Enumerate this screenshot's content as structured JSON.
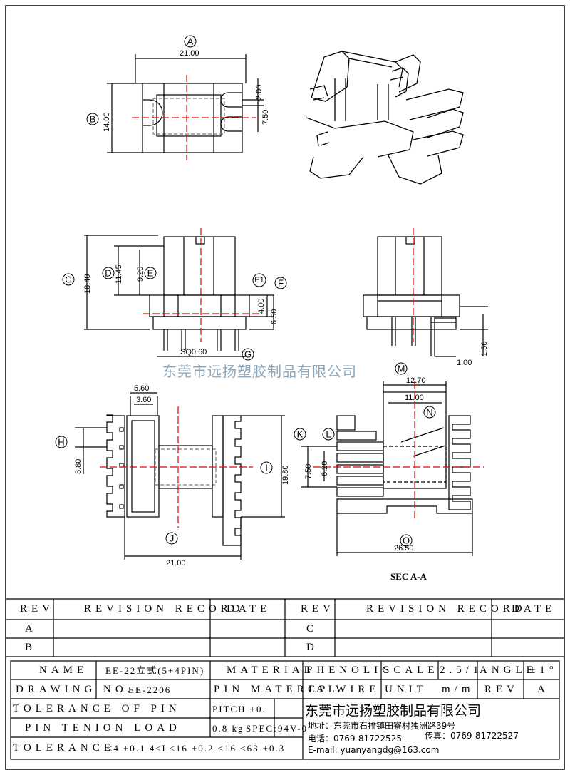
{
  "watermark": "东莞市远扬塑胶制品有限公司",
  "views": {
    "top": {
      "dims": [
        "21.00",
        "14.00",
        "2.00",
        "7.50"
      ],
      "labels": [
        "A",
        "B"
      ]
    },
    "front": {
      "dims": [
        "18.40",
        "11.45",
        "9.20",
        "4.00",
        "6.50",
        "SQ0.60"
      ],
      "labels": [
        "C",
        "D",
        "E",
        "E1",
        "F",
        "G"
      ]
    },
    "side": {
      "dims": [
        "1.50",
        "1.00"
      ]
    },
    "bottom": {
      "dims": [
        "5.60",
        "3.60",
        "3.80",
        "19.80",
        "21.00"
      ],
      "labels": [
        "H",
        "I",
        "J"
      ]
    },
    "section": {
      "dims": [
        "12.70",
        "11.00",
        "7.50",
        "6.20",
        "26.50"
      ],
      "labels": [
        "M",
        "N",
        "K",
        "L",
        "O"
      ],
      "caption": "SEC A-A"
    }
  },
  "revision_table": {
    "col_rev": "REV",
    "col_record": "REVISION RECORD",
    "col_date": "DATE",
    "rows_left": [
      "A",
      "B"
    ],
    "rows_right": [
      "C",
      "D"
    ]
  },
  "title_block": {
    "name_label": "NAME",
    "name_value": "EE-22立式(5+4PIN)",
    "material_label": "MATERIAL",
    "material_value": "PHENOLIC",
    "scale_label": "SCALE",
    "scale_value": "2.5/1",
    "angle_label": "ANGLE",
    "angle_value": "±1°",
    "drawing_label": "DRAWING NO.",
    "drawing_value": "EE-2206",
    "pin_material_label": "PIN MATERIAL",
    "pin_material_value": "CP WIRE",
    "unit_label": "UNIT",
    "unit_value": "m/m",
    "rev_label": "REV",
    "rev_value": "A",
    "tol_pin_label": "TOLERANCE OF PIN",
    "tol_pin_value": "PITCH ±0.",
    "pin_load_label": "PIN TENION LOAD",
    "pin_load_value": "0.8 kg",
    "spec_label": "SPEC:",
    "spec_value": "94V-0",
    "tolerance_label": "TOLERANCE",
    "tolerance_values": "<4 ±0.1  4<L<16 ±0.2  <16 <63 ±0.3"
  },
  "company": {
    "name": "东莞市远扬塑胶制品有限公司",
    "address": "地址：东莞市石排镇田寮村独洲路39号",
    "phone": "电话：0769-81722525",
    "fax": "传真：0769-81722527",
    "email": "E-mail: yuanyangdg@163.com"
  }
}
